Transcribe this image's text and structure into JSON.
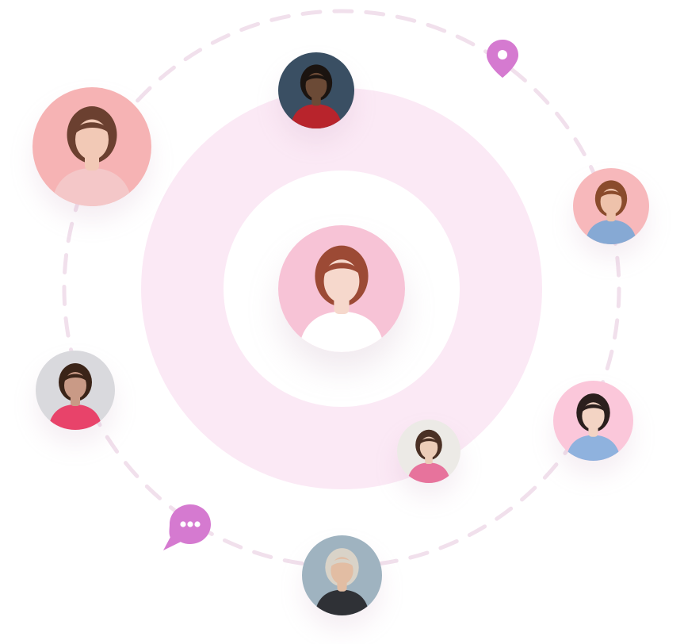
{
  "colors": {
    "ring": "#fbe9f5",
    "dash": "#f1e0ec",
    "accent": "#d57ad0",
    "white": "#ffffff"
  },
  "icons": {
    "location": "location-pin-icon",
    "chat": "chat-bubble-icon"
  },
  "avatars": [
    {
      "id": "center-woman-sunglasses",
      "background": "#f7c3d6",
      "skin": "#f6d8cc",
      "hair": "#9c4a35",
      "shirt": "#ffffff"
    },
    {
      "id": "woman-pink-top",
      "background": "#f6b3b4",
      "skin": "#f2c9b6",
      "hair": "#6b4030",
      "shirt": "#f4c7c8"
    },
    {
      "id": "man-curly-hair",
      "background": "#3a4f63",
      "skin": "#6b4a36",
      "hair": "#1b1410",
      "shirt": "#b8242c"
    },
    {
      "id": "woman-profile-sunglasses",
      "background": "#f7b8bb",
      "skin": "#eec2ab",
      "hair": "#8a4b2c",
      "shirt": "#86a9d4"
    },
    {
      "id": "woman-pink-visor",
      "background": "#d9d9dd",
      "skin": "#c99a86",
      "hair": "#3b2418",
      "shirt": "#e8436a"
    },
    {
      "id": "woman-pink-jacket",
      "background": "#eceae6",
      "skin": "#eccdb8",
      "hair": "#4a3024",
      "shirt": "#e7739c"
    },
    {
      "id": "woman-glasses-denim",
      "background": "#fbc7da",
      "skin": "#f3d4c4",
      "hair": "#2b1f1d",
      "shirt": "#8fb2de"
    },
    {
      "id": "man-cap-city",
      "background": "#9fb3c0",
      "skin": "#e2bda3",
      "hair": "#d9d3c8",
      "shirt": "#2f3136"
    }
  ]
}
